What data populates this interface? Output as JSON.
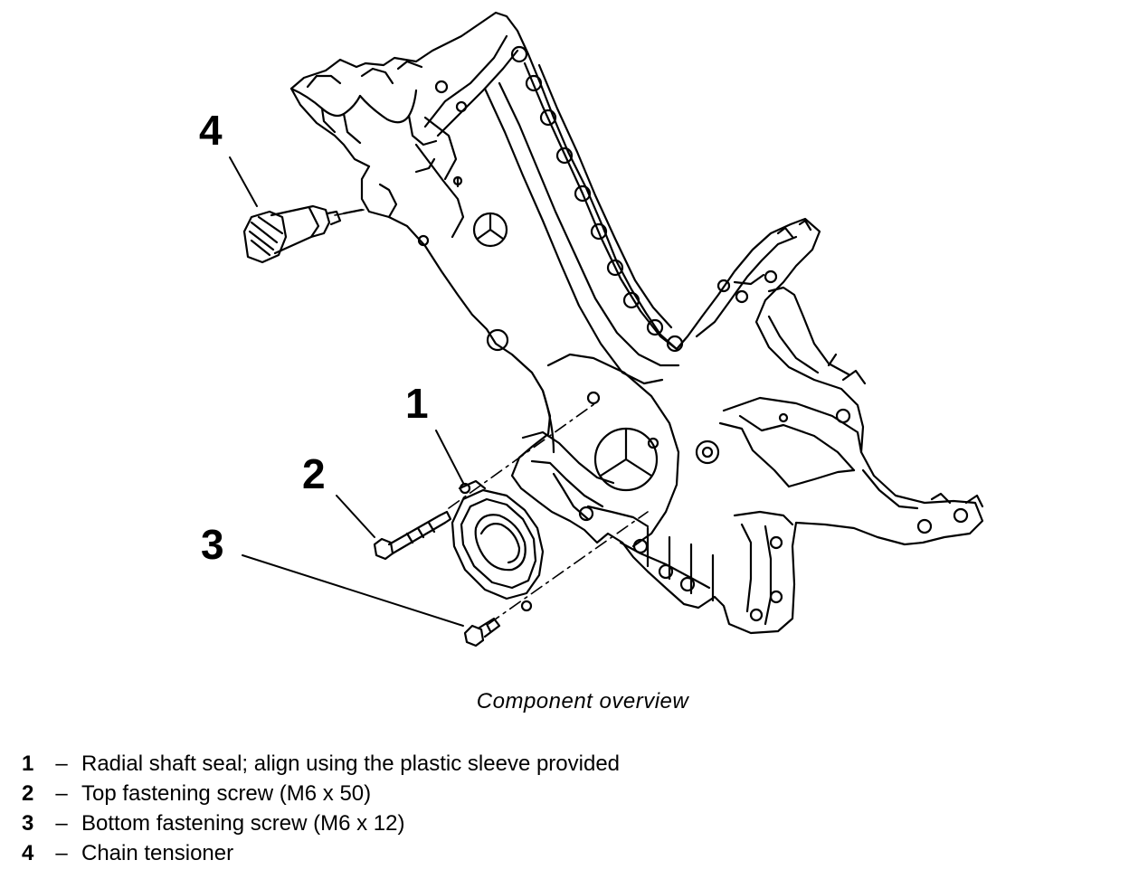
{
  "diagram": {
    "callouts": [
      {
        "id": "1",
        "label": "1"
      },
      {
        "id": "2",
        "label": "2"
      },
      {
        "id": "3",
        "label": "3"
      },
      {
        "id": "4",
        "label": "4"
      }
    ]
  },
  "caption": "Component overview",
  "legend": [
    {
      "num": "1",
      "sep": "–",
      "text": "Radial shaft seal; align using the plastic sleeve provided"
    },
    {
      "num": "2",
      "sep": "–",
      "text": "Top fastening screw (M6 x 50)"
    },
    {
      "num": "3",
      "sep": "–",
      "text": "Bottom fastening screw (M6 x 12)"
    },
    {
      "num": "4",
      "sep": "–",
      "text": "Chain tensioner"
    }
  ]
}
